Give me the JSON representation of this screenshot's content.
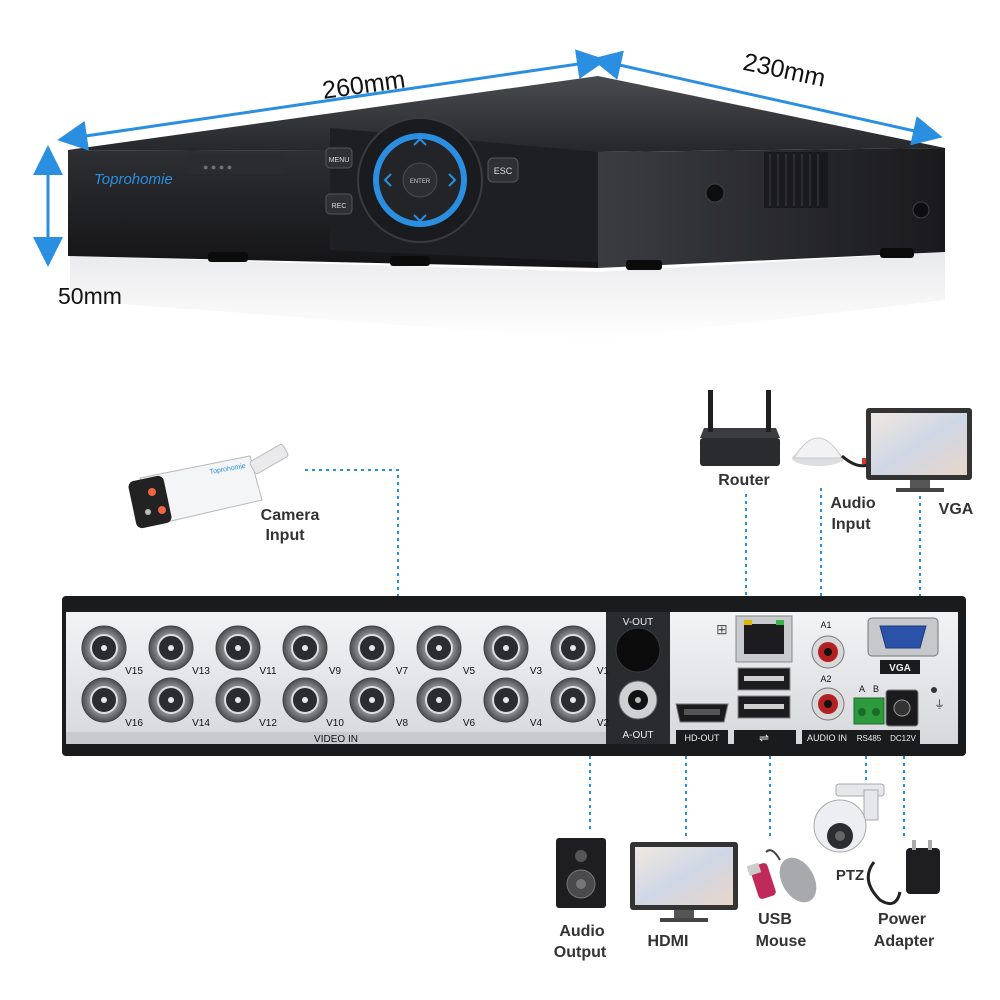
{
  "dimensions": {
    "length": "260mm",
    "depth": "230mm",
    "height": "50mm"
  },
  "front_panel": {
    "brand": "Toprohomie",
    "menu": "MENU",
    "rec": "REC",
    "esc": "ESC",
    "enter": "ENTER"
  },
  "camera_brand": "Toprohomie",
  "rear_panel": {
    "video_top": [
      "V15",
      "V13",
      "V11",
      "V9",
      "V7",
      "V5",
      "V3",
      "V1"
    ],
    "video_bottom": [
      "V16",
      "V14",
      "V12",
      "V10",
      "V8",
      "V6",
      "V4",
      "V2"
    ],
    "video_in": "VIDEO IN",
    "v_out": "V-OUT",
    "a_out": "A-OUT",
    "hd_out": "HD-OUT",
    "audio_in": "AUDIO IN",
    "a1": "A1",
    "a2": "A2",
    "vga": "VGA",
    "rs485": "RS485",
    "rs485_a": "A",
    "rs485_b": "B",
    "dc12v": "DC12V"
  },
  "callouts": {
    "camera_input": [
      "Camera",
      "Input"
    ],
    "router": "Router",
    "audio_input": [
      "Audio",
      "Input"
    ],
    "vga": "VGA",
    "audio_output": [
      "Audio",
      "Output"
    ],
    "hdmi": "HDMI",
    "usb_mouse": [
      "USB",
      "Mouse"
    ],
    "ptz": "PTZ",
    "power_adapter": [
      "Power",
      "Adapter"
    ]
  },
  "colors": {
    "accent_blue": "#2a8fe0",
    "device_black": "#1c1c1e",
    "panel_silver": "#e4e5e8"
  }
}
